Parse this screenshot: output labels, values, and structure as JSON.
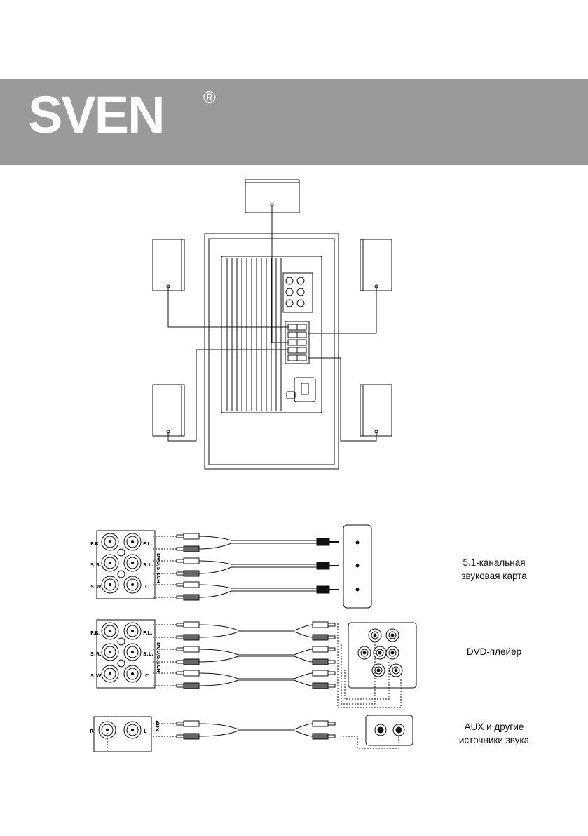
{
  "brand": {
    "logo_text": "SVEN",
    "registered_mark": "®"
  },
  "captions": {
    "sound_card_line1": "5.1-канальная",
    "sound_card_line2": "звуковая карта",
    "dvd": "DVD-плейер",
    "aux_line1": "AUX и другие",
    "aux_line2": "источники звука"
  },
  "panel_labels": {
    "fr": "F.R.",
    "fl": "F.L.",
    "sr": "S.R.",
    "sl": "S.L.",
    "sw": "S.W.",
    "c": "C",
    "input_group": "DVD/5.1CH",
    "r": "R",
    "l": "L",
    "aux": "AUX"
  },
  "colors": {
    "banner": "#9a9a9a",
    "lines": "#111111"
  }
}
